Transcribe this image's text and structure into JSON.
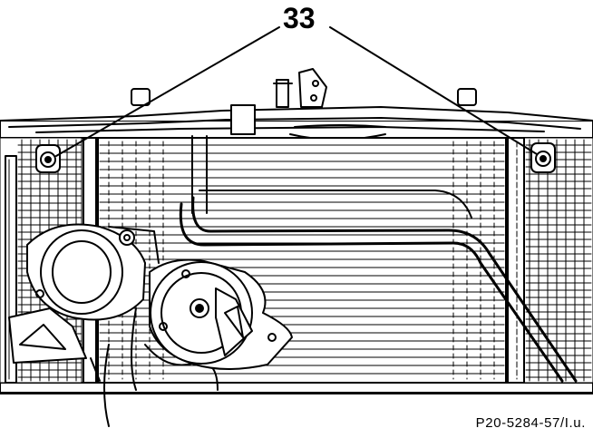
{
  "figure": {
    "callout_number": "33",
    "reference_code": "P20-5284-57/I.u.",
    "parts": [
      {
        "name": "radiator-core"
      },
      {
        "name": "ac-condenser"
      },
      {
        "name": "horn-left"
      },
      {
        "name": "horn-right"
      },
      {
        "name": "refrigerant-line"
      },
      {
        "name": "mounting-bolt-left"
      },
      {
        "name": "mounting-bolt-right"
      }
    ],
    "colors": {
      "ink": "#000000",
      "paper": "#ffffff"
    }
  }
}
